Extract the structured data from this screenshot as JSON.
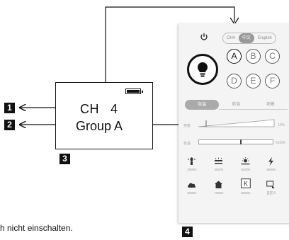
{
  "badges": {
    "b1": "1",
    "b2": "2",
    "b3": "3",
    "b4": "4"
  },
  "lcd": {
    "channel_label": "CH",
    "channel_value": "4",
    "group": "Group A"
  },
  "phone": {
    "language": [
      "CH4",
      "中文",
      "English"
    ],
    "groups": [
      "A",
      "B",
      "C",
      "D",
      "E",
      "F"
    ],
    "tabs": [
      "色温",
      "彩色",
      "场景"
    ],
    "brightness": {
      "label": "亮度",
      "value": "10%"
    },
    "color_temp": {
      "label": "色温",
      "value": "6100K"
    },
    "presets": [
      {
        "icon": "candle-icon",
        "label": "3000K"
      },
      {
        "icon": "fluorescent-icon",
        "label": "4600K"
      },
      {
        "icon": "sunrise-icon",
        "label": "5200K"
      },
      {
        "icon": "flash-icon",
        "label": "5500K"
      },
      {
        "icon": "cloud-icon",
        "label": "6000K"
      },
      {
        "icon": "shade-icon",
        "label": "7000K"
      },
      {
        "icon": "kelvin-icon",
        "label": "8000K"
      },
      {
        "icon": "custom-icon",
        "label": "自定义"
      }
    ]
  },
  "footer_note": "h nicht einschalten."
}
